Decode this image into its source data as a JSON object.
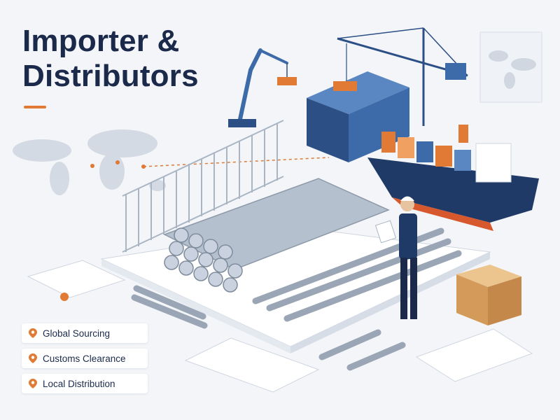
{
  "title": {
    "line1": "Importer &",
    "line2": "Distributors"
  },
  "features": [
    {
      "label": "Global Sourcing",
      "icon": "location-pin-icon"
    },
    {
      "label": "Customs Clearance",
      "icon": "location-pin-icon"
    },
    {
      "label": "Local Distribution",
      "icon": "location-pin-icon"
    }
  ],
  "colors": {
    "navy": "#1b2a4a",
    "accent_orange": "#e07a34",
    "steel_blue": "#3d6aa8",
    "background": "#f3f5f8"
  }
}
